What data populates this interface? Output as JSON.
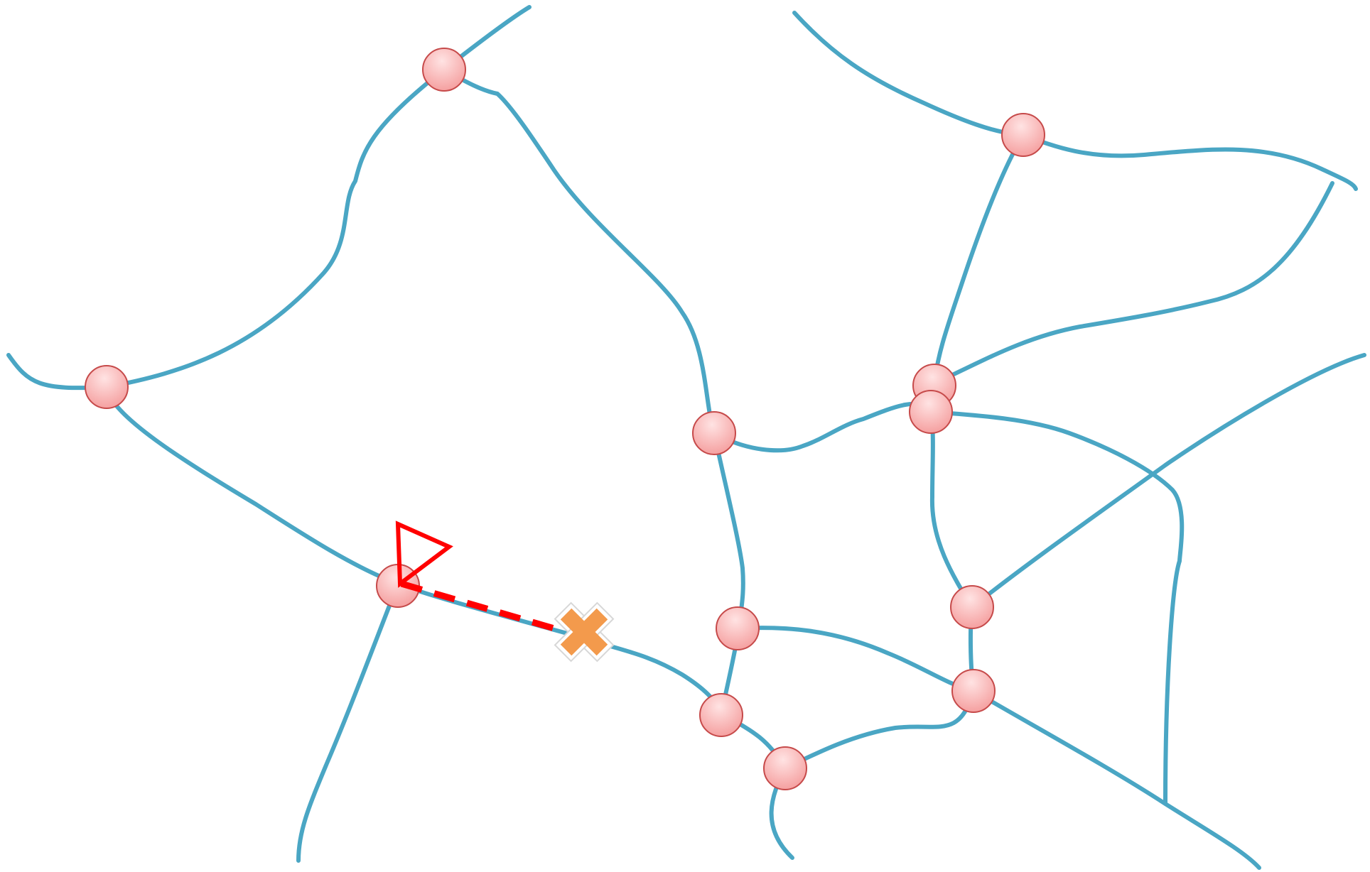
{
  "colors": {
    "background": "#ffffff",
    "road": "#4aa6c4",
    "node_fill_light": "#ffe3e3",
    "node_fill_dark": "#f5a0a0",
    "node_stroke": "#c64a4a",
    "heading_marker": "#ff0000",
    "path_segment": "#ff0000",
    "target_marker": "#f39a4c",
    "target_outline": "#ffffff"
  },
  "diagram": {
    "road_count": 22,
    "intersection_count": 13,
    "heading_marker_icon": "triangle-outline-icon",
    "path_style": "dashed",
    "target_marker_icon": "x-mark-icon"
  }
}
